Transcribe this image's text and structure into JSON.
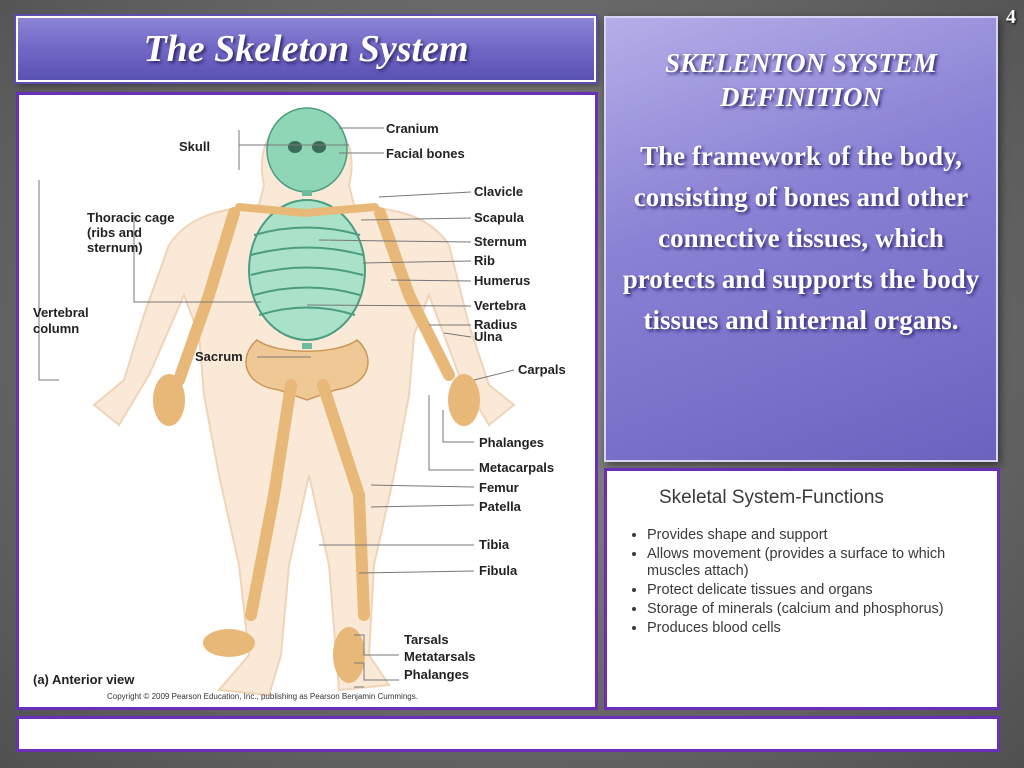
{
  "slide": {
    "number": "4",
    "title": "The Skeleton System"
  },
  "definition": {
    "heading": "SKELENTON SYSTEM DEFINITION",
    "text": "The framework of the body, consisting of bones and other connective tissues, which protects and supports the body tissues and internal organs."
  },
  "diagram": {
    "labels": {
      "skull": "Skull",
      "cranium": "Cranium",
      "facial_bones": "Facial bones",
      "clavicle": "Clavicle",
      "thoracic_cage": "Thoracic cage",
      "thoracic_cage_sub1": "(ribs and",
      "thoracic_cage_sub2": "sternum)",
      "scapula": "Scapula",
      "sternum": "Sternum",
      "rib": "Rib",
      "humerus": "Humerus",
      "vertebral_column_1": "Vertebral",
      "vertebral_column_2": "column",
      "vertebra": "Vertebra",
      "radius": "Radius",
      "ulna": "Ulna",
      "sacrum": "Sacrum",
      "carpals": "Carpals",
      "phalanges_hand": "Phalanges",
      "metacarpals": "Metacarpals",
      "femur": "Femur",
      "patella": "Patella",
      "tibia": "Tibia",
      "fibula": "Fibula",
      "tarsals": "Tarsals",
      "metatarsals": "Metatarsals",
      "phalanges_foot": "Phalanges",
      "view": "(a) Anterior view",
      "copyright": "Copyright © 2009 Pearson Education, Inc., publishing as Pearson Benjamin Cummings."
    }
  },
  "functions": {
    "title": "Skeletal System-Functions",
    "items": [
      "Provides shape and support",
      "Allows movement (provides a surface to which muscles attach)",
      "Protect delicate tissues and organs",
      "Storage of minerals (calcium and phosphorus)",
      "Produces blood cells"
    ]
  },
  "colors": {
    "title_bg": "#6e65c4",
    "panel_bg": "#8a82d4",
    "border": "#6a2fb8",
    "bone": "#e8b878",
    "axial_bone": "#8fd6b6"
  }
}
